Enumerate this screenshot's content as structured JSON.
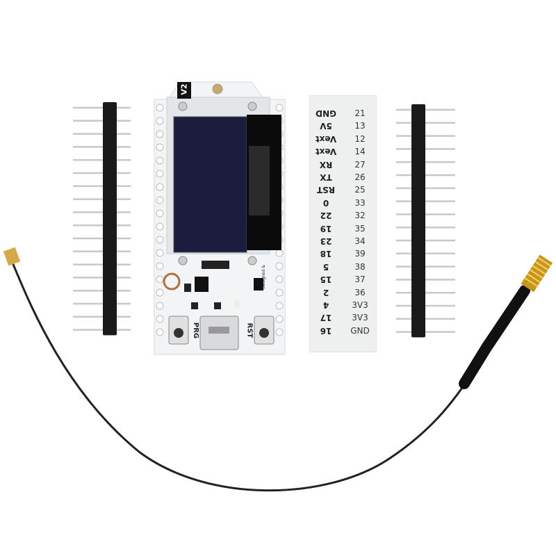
{
  "board": {
    "version_label": "V2",
    "button_left": "PRG",
    "button_right": "RST",
    "silkscreen": "Designed &",
    "screen_color": "#1c1c3e",
    "pcb_color": "#f2f4f6"
  },
  "pin_card": {
    "left_column": [
      "GND",
      "5V",
      "Vext",
      "Vext",
      "RX",
      "TX",
      "RST",
      "0",
      "22",
      "19",
      "23",
      "18",
      "5",
      "15",
      "2",
      "4",
      "17",
      "16"
    ],
    "right_column": [
      "21",
      "13",
      "12",
      "14",
      "27",
      "26",
      "25",
      "33",
      "32",
      "35",
      "34",
      "39",
      "38",
      "37",
      "36",
      "3V3",
      "3V3",
      "GND"
    ]
  },
  "colors": {
    "header_plastic": "#1a1a1a",
    "pin_metal": "#c8c8c8",
    "spring": "#d9a520",
    "cable": "#222222"
  }
}
